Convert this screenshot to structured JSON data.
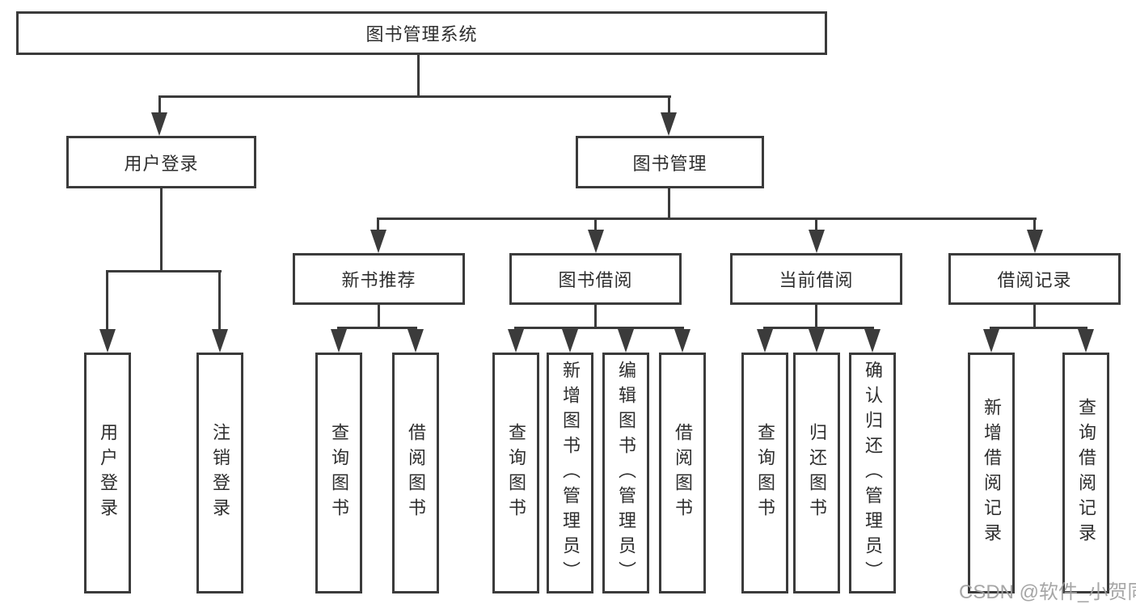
{
  "root": {
    "label": "图书管理系统"
  },
  "user_login": {
    "label": "用户登录",
    "children": [
      {
        "label": "用户登录"
      },
      {
        "label": "注销登录"
      }
    ]
  },
  "book_mgmt": {
    "label": "图书管理",
    "children": [
      {
        "label": "新书推荐",
        "children": [
          {
            "label": "查询图书"
          },
          {
            "label": "借阅图书"
          }
        ]
      },
      {
        "label": "图书借阅",
        "children": [
          {
            "label": "查询图书"
          },
          {
            "label": "新增图书（管理员）"
          },
          {
            "label": "编辑图书（管理员）"
          },
          {
            "label": "借阅图书"
          }
        ]
      },
      {
        "label": "当前借阅",
        "children": [
          {
            "label": "查询图书"
          },
          {
            "label": "归还图书"
          },
          {
            "label": "确认归还（管理员）"
          }
        ]
      },
      {
        "label": "借阅记录",
        "children": [
          {
            "label": "新增借阅记录"
          },
          {
            "label": "查询借阅记录"
          }
        ]
      }
    ]
  },
  "watermark": {
    "text": "CSDN @软件_小贺同学"
  },
  "colors": {
    "line": "#3b3b3b",
    "text": "#2e2e2e",
    "watermark": "#9e9e9e",
    "background": "#ffffff"
  }
}
